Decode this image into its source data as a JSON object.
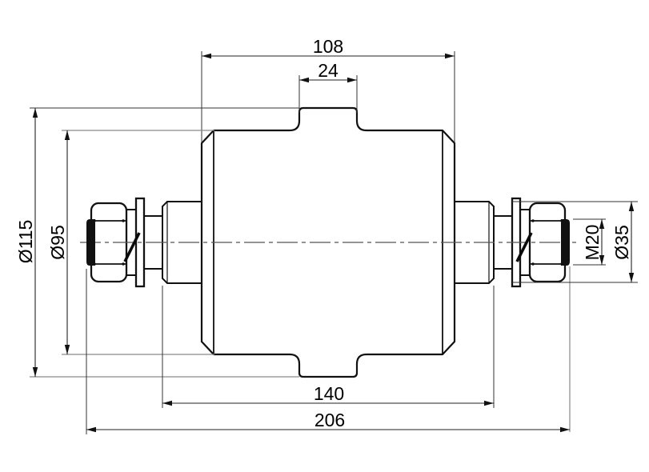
{
  "dimensions": {
    "tread_face_width": "108",
    "flange_width": "24",
    "flange_diameter": "Ø115",
    "tread_diameter": "Ø95",
    "axle_mount_length": "140",
    "overall_length": "206",
    "thread_size": "M20",
    "axle_diameter": "Ø35"
  },
  "colors": {
    "background": "#ffffff",
    "body_lines": "#111111",
    "dimension_lines": "#222222",
    "light_extension_lines": "#8a8a8a",
    "thread_end_fill": "#0a0a0a"
  }
}
